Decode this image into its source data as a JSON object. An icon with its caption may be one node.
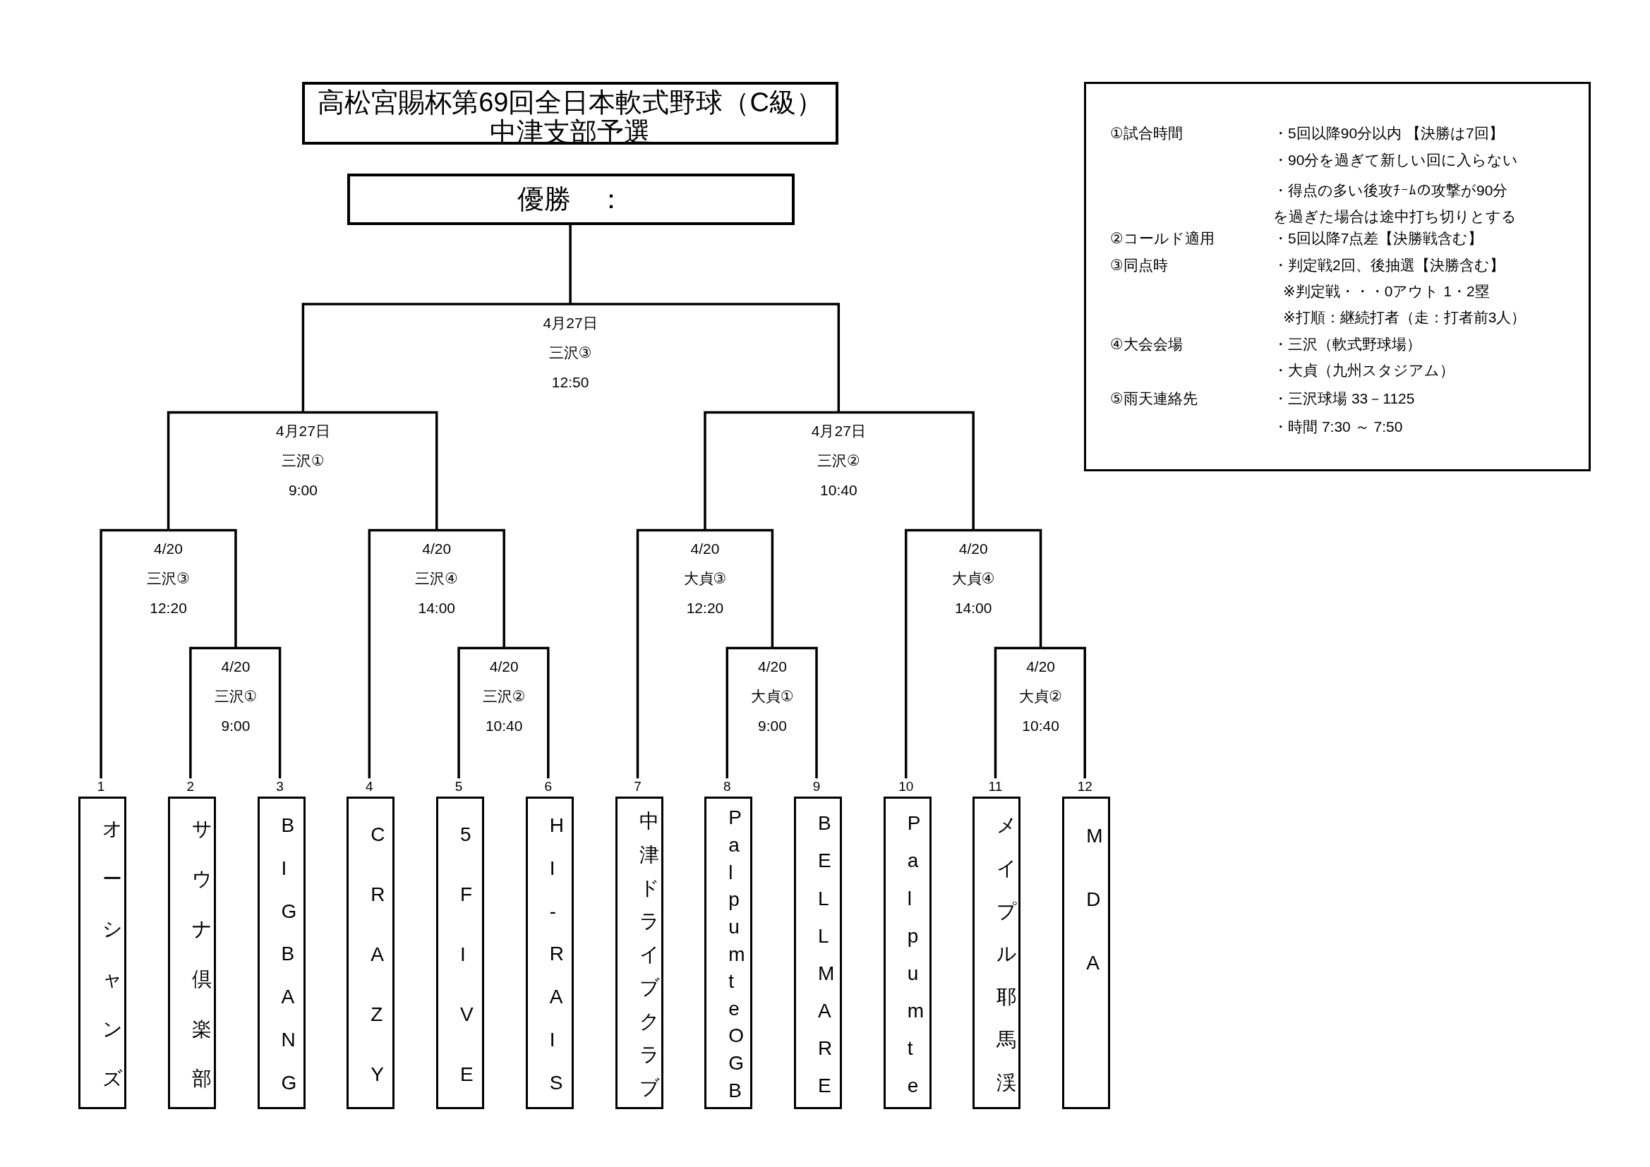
{
  "diagram": {
    "title": "高松宮賜杯第69回全日本軟式野球（C級）中津支部予選",
    "nodes": [
      {
        "text": [
          "優勝　："
        ]
      },
      {
        "text": [
          "4月27日",
          "三沢③",
          "12:50"
        ]
      },
      {
        "text": [
          "4月27日",
          "三沢①",
          "9:00"
        ]
      },
      {
        "text": [
          "4月27日",
          "三沢②",
          "10:40"
        ]
      },
      {
        "text": [
          "4/20",
          "三沢③",
          "12:20"
        ]
      },
      {
        "text": [
          "4/20",
          "三沢④",
          "14:00"
        ]
      },
      {
        "text": [
          "4/20",
          "大貞③",
          "12:20"
        ]
      },
      {
        "text": [
          "4/20",
          "大貞④",
          "14:00"
        ]
      },
      {
        "text": [
          "4/20",
          "三沢①",
          "9:00"
        ]
      },
      {
        "text": [
          "4/20",
          "三沢②",
          "10:40"
        ]
      },
      {
        "text": [
          "4/20",
          "大貞①",
          "9:00"
        ]
      },
      {
        "text": [
          "4/20",
          "大貞②",
          "10:40"
        ]
      },
      {
        "text": [
          "オーシャンズ"
        ],
        "beside": [
          "1"
        ]
      },
      {
        "text": [
          "サウナ倶楽部"
        ],
        "beside": [
          "2"
        ]
      },
      {
        "text": [
          "BIGBANG"
        ],
        "beside": [
          "3"
        ]
      },
      {
        "text": [
          "CRAZY"
        ],
        "beside": [
          "4"
        ]
      },
      {
        "text": [
          "5FIVE"
        ],
        "beside": [
          "5"
        ]
      },
      {
        "text": [
          "HI-RAIS"
        ],
        "beside": [
          "6"
        ]
      },
      {
        "text": [
          "中津ドライブクラブ"
        ],
        "beside": [
          "7"
        ]
      },
      {
        "text": [
          "Palpumte OGB"
        ],
        "beside": [
          "8"
        ]
      },
      {
        "text": [
          "BELLMARE"
        ],
        "beside": [
          "9"
        ]
      },
      {
        "text": [
          "Palpumte"
        ],
        "beside": [
          "10"
        ]
      },
      {
        "text": [
          "メイプル耶馬渓"
        ],
        "beside": [
          "11"
        ]
      },
      {
        "text": [
          "MDA"
        ],
        "beside": [
          "12"
        ]
      }
    ],
    "edges": [
      {
        "from": 12,
        "to": 4,
        "arrow": "none"
      },
      {
        "from": 13,
        "to": 8,
        "arrow": "none"
      },
      {
        "from": 14,
        "to": 8,
        "arrow": "none"
      },
      {
        "from": 15,
        "to": 5,
        "arrow": "none"
      },
      {
        "from": 16,
        "to": 9,
        "arrow": "none"
      },
      {
        "from": 17,
        "to": 9,
        "arrow": "none"
      },
      {
        "from": 18,
        "to": 6,
        "arrow": "none"
      },
      {
        "from": 19,
        "to": 10,
        "arrow": "none"
      },
      {
        "from": 20,
        "to": 10,
        "arrow": "none"
      },
      {
        "from": 21,
        "to": 7,
        "arrow": "none"
      },
      {
        "from": 22,
        "to": 11,
        "arrow": "none"
      },
      {
        "from": 23,
        "to": 11,
        "arrow": "none"
      },
      {
        "from": 8,
        "to": 4,
        "arrow": "none"
      },
      {
        "from": 9,
        "to": 5,
        "arrow": "none"
      },
      {
        "from": 10,
        "to": 6,
        "arrow": "none"
      },
      {
        "from": 11,
        "to": 7,
        "arrow": "none"
      },
      {
        "from": 4,
        "to": 2,
        "arrow": "none"
      },
      {
        "from": 5,
        "to": 2,
        "arrow": "none"
      },
      {
        "from": 6,
        "to": 3,
        "arrow": "none"
      },
      {
        "from": 7,
        "to": 3,
        "arrow": "none"
      },
      {
        "from": 2,
        "to": 1,
        "arrow": "none"
      },
      {
        "from": 3,
        "to": 1,
        "arrow": "none"
      },
      {
        "from": 1,
        "to": 0,
        "arrow": "none"
      }
    ],
    "labels": [
      "①試合時間",
      "・5回以降90分以内 【決勝は7回】",
      "・90分を過ぎて新しい回に入らない",
      "・得点の多い後攻ﾁｰﾑの攻撃が90分を過ぎた場合は途中打ち切りとする",
      "②コールド適用",
      "・5回以降7点差【決勝戦含む】",
      "③同点時",
      "・判定戦2回、後抽選【決勝含む】",
      "※判定戦・・・0アウト 1・2塁",
      "※打順：継続打者（走：打者前3人）",
      "④大会会場",
      "・三沢（軟式野球場）",
      "・大貞（九州スタジアム）",
      "⑤雨天連絡先",
      "・三沢球場 33－1125",
      "・時間 7:30 ～ 7:50"
    ]
  }
}
